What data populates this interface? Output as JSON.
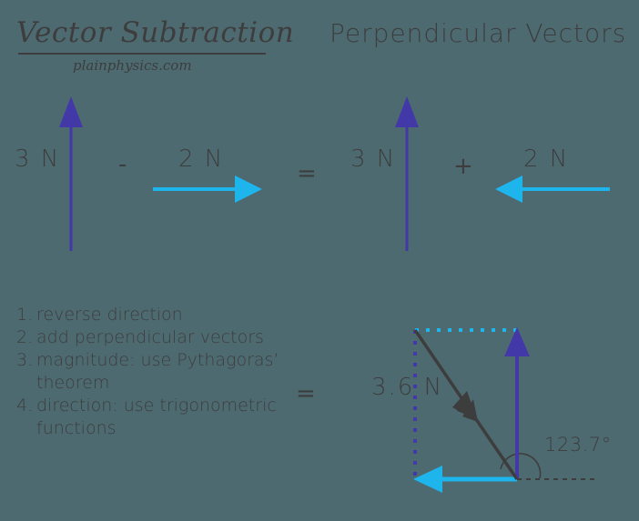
{
  "colors": {
    "background": "#4d6a71",
    "ink": "#3d3d3d",
    "vector_vertical": "#4338a8",
    "vector_horizontal": "#1eb4ec",
    "resultant": "#3d3d3d"
  },
  "headings": {
    "left_title": "Vector Subtraction",
    "left_subtitle": "plainphysics.com",
    "right_title": "Perpendicular Vectors"
  },
  "equation_left": {
    "vertical_label": "3 N",
    "operator": "-",
    "horizontal_label": "2 N",
    "equals": "=",
    "vertical_icon": "up-arrow-icon",
    "horizontal_icon": "right-arrow-icon"
  },
  "equation_right": {
    "vertical_label": "3 N",
    "operator": "+",
    "horizontal_label": "2 N",
    "vertical_icon": "up-arrow-icon",
    "horizontal_icon": "left-arrow-icon"
  },
  "steps": [
    {
      "number": "1.",
      "text": "reverse direction"
    },
    {
      "number": "2.",
      "text": "add perpendicular vectors"
    },
    {
      "number": "3.",
      "text": "magnitude: use Pythagoras’ theorem"
    },
    {
      "number": "4.",
      "text": "direction: use trigonometric functions"
    }
  ],
  "result": {
    "equals": "=",
    "magnitude_label": "3.6 N",
    "angle_label": "123.7°",
    "resultant_icon": "resultant-arrow-icon",
    "vertical_icon": "up-arrow-icon",
    "horizontal_icon": "left-arrow-icon",
    "guide_top_icon": "dotted-horizontal-guide-icon",
    "guide_left_icon": "dotted-vertical-guide-icon",
    "baseline_icon": "dashed-baseline-icon",
    "arc_icon": "angle-arc-icon"
  },
  "chart_data": {
    "type": "diagram",
    "title": "Vector Subtraction / Perpendicular Vectors",
    "vectors": [
      {
        "name": "vertical",
        "magnitude": 3,
        "unit": "N",
        "direction": "up",
        "color": "#4338a8"
      },
      {
        "name": "horizontal_original",
        "magnitude": 2,
        "unit": "N",
        "direction": "right",
        "color": "#1eb4ec"
      },
      {
        "name": "horizontal_reversed",
        "magnitude": 2,
        "unit": "N",
        "direction": "left",
        "color": "#1eb4ec"
      },
      {
        "name": "resultant",
        "magnitude": 3.6,
        "unit": "N",
        "angle_deg": 123.7,
        "color": "#3d3d3d"
      }
    ]
  }
}
